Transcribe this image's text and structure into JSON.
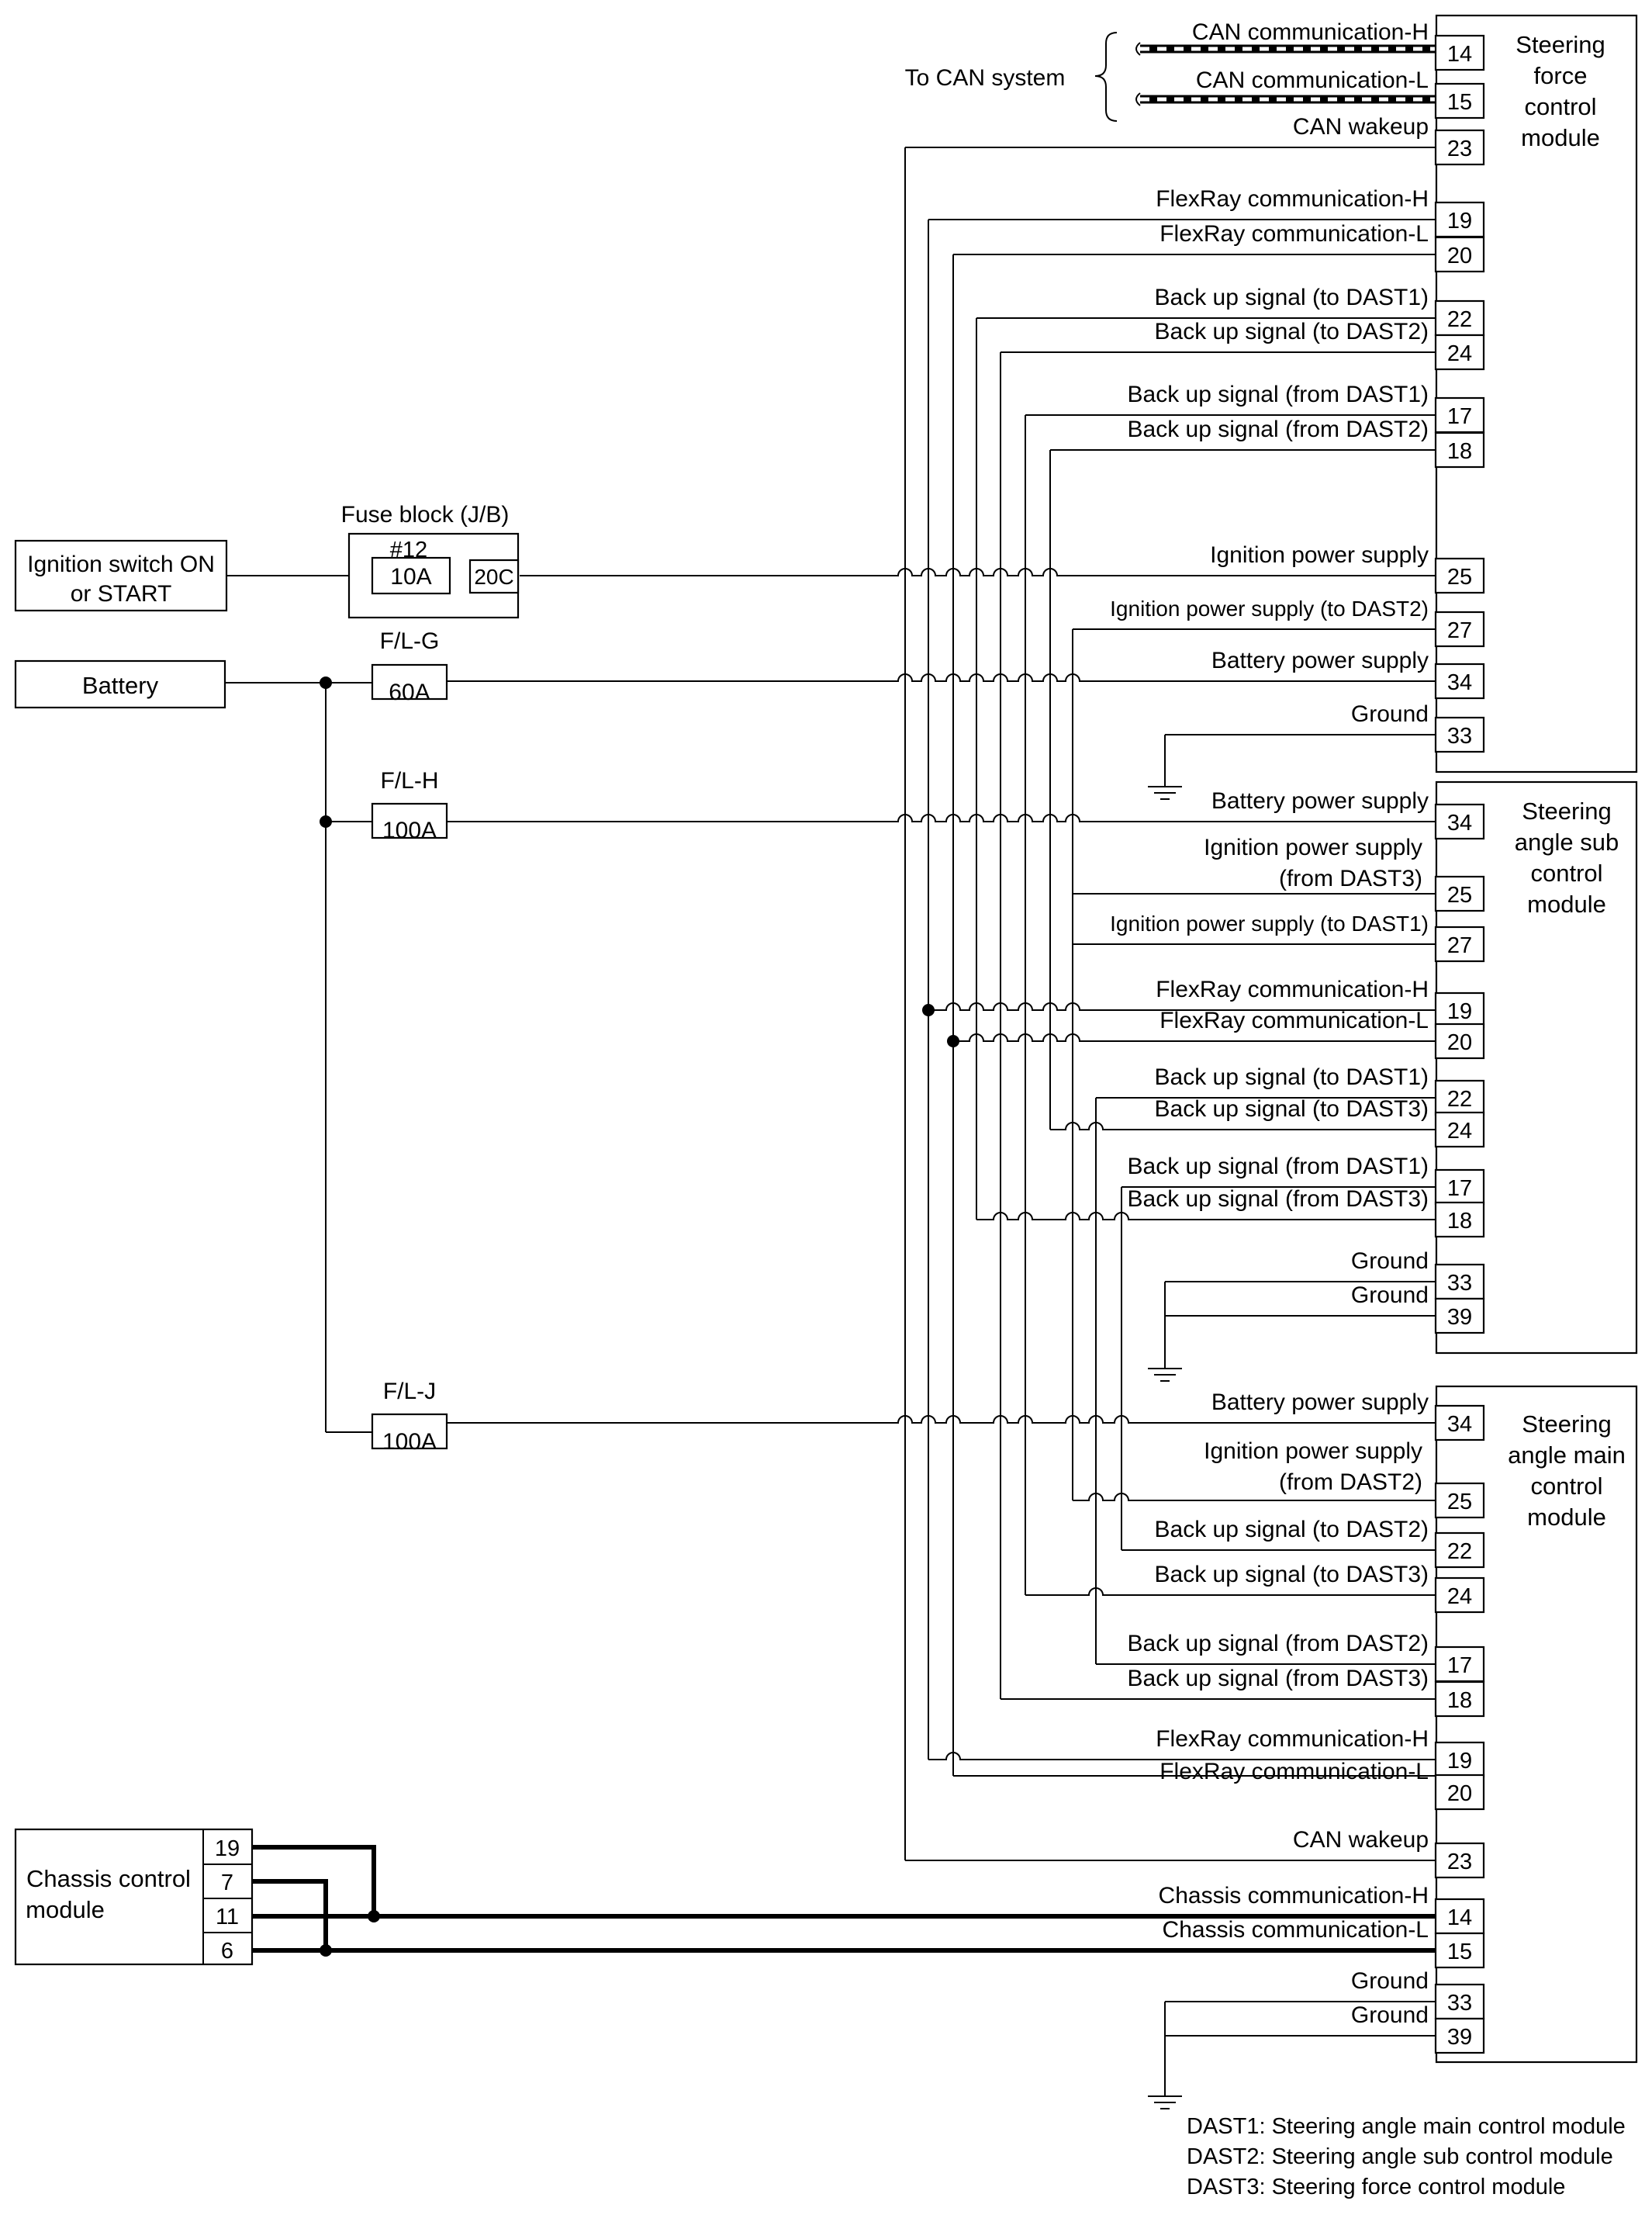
{
  "modules": {
    "sfcm": {
      "name_lines": [
        "Steering",
        "force",
        "control",
        "module"
      ]
    },
    "sasub": {
      "name_lines": [
        "Steering",
        "angle sub",
        "control",
        "module"
      ]
    },
    "samain": {
      "name_lines": [
        "Steering",
        "angle main",
        "control",
        "module"
      ]
    },
    "ccm": {
      "name_lines": [
        "Chassis control",
        "module"
      ],
      "pins": [
        "19",
        "7",
        "11",
        "6"
      ]
    }
  },
  "sources": {
    "ignition_switch": [
      "Ignition switch ON",
      "or START"
    ],
    "battery": "Battery"
  },
  "fuse_block": {
    "title": "Fuse block (J/B)",
    "fuse_no": "#12",
    "rating": "10A",
    "connector": "20C"
  },
  "fusible_links": [
    {
      "name": "F/L-G",
      "rating": "60A"
    },
    {
      "name": "F/L-H",
      "rating": "100A"
    },
    {
      "name": "F/L-J",
      "rating": "100A"
    }
  ],
  "can_system_label": "To CAN system",
  "terminals": {
    "sfcm": [
      {
        "pin": "14",
        "label": "CAN communication-H"
      },
      {
        "pin": "15",
        "label": "CAN communication-L"
      },
      {
        "pin": "23",
        "label": "CAN wakeup"
      },
      {
        "pin": "19",
        "label": "FlexRay communication-H"
      },
      {
        "pin": "20",
        "label": "FlexRay communication-L"
      },
      {
        "pin": "22",
        "label": "Back up signal (to DAST1)"
      },
      {
        "pin": "24",
        "label": "Back up signal (to DAST2)"
      },
      {
        "pin": "17",
        "label": "Back up signal (from DAST1)"
      },
      {
        "pin": "18",
        "label": "Back up signal (from DAST2)"
      },
      {
        "pin": "25",
        "label": "Ignition power supply"
      },
      {
        "pin": "27",
        "label": "Ignition power supply (to DAST2)"
      },
      {
        "pin": "34",
        "label": "Battery power supply"
      },
      {
        "pin": "33",
        "label": "Ground"
      }
    ],
    "sasub": [
      {
        "pin": "34",
        "label": "Battery power supply"
      },
      {
        "pin": "25",
        "label": "Ignition power supply",
        "label2": "(from DAST3)"
      },
      {
        "pin": "27",
        "label": "Ignition power supply (to DAST1)"
      },
      {
        "pin": "19",
        "label": "FlexRay communication-H"
      },
      {
        "pin": "20",
        "label": "FlexRay communication-L"
      },
      {
        "pin": "22",
        "label": "Back up signal (to DAST1)"
      },
      {
        "pin": "24",
        "label": "Back up signal (to DAST3)"
      },
      {
        "pin": "17",
        "label": "Back up signal (from DAST1)"
      },
      {
        "pin": "18",
        "label": "Back up signal (from DAST3)"
      },
      {
        "pin": "33",
        "label": "Ground"
      },
      {
        "pin": "39",
        "label": "Ground"
      }
    ],
    "samain": [
      {
        "pin": "34",
        "label": "Battery power supply"
      },
      {
        "pin": "25",
        "label": "Ignition power supply",
        "label2": "(from DAST2)"
      },
      {
        "pin": "22",
        "label": "Back up signal (to DAST2)"
      },
      {
        "pin": "24",
        "label": "Back up signal (to DAST3)"
      },
      {
        "pin": "17",
        "label": "Back up signal (from DAST2)"
      },
      {
        "pin": "18",
        "label": "Back up signal (from DAST3)"
      },
      {
        "pin": "19",
        "label": "FlexRay communication-H"
      },
      {
        "pin": "20",
        "label": "FlexRay communication-L"
      },
      {
        "pin": "23",
        "label": "CAN wakeup"
      },
      {
        "pin": "14",
        "label": "Chassis communication-H"
      },
      {
        "pin": "15",
        "label": "Chassis communication-L"
      },
      {
        "pin": "33",
        "label": "Ground"
      },
      {
        "pin": "39",
        "label": "Ground"
      }
    ]
  },
  "legend": [
    "DAST1: Steering angle main control module",
    "DAST2: Steering angle sub control module",
    "DAST3: Steering force control module"
  ]
}
